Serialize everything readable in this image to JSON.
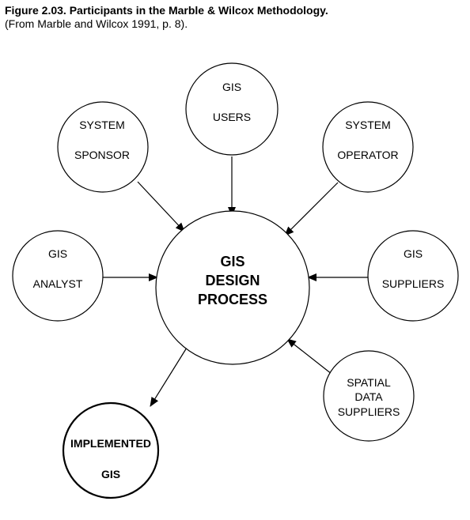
{
  "caption": {
    "figure_label": "Figure  2.03.",
    "figure_title": "Participants in the Marble & Wilcox Methodology.",
    "source": "(From Marble and Wilcox 1991, p. 8)."
  },
  "nodes": {
    "gis_users": {
      "line1": "GIS",
      "line2": "USERS"
    },
    "system_sponsor": {
      "line1": "SYSTEM",
      "line2": "SPONSOR"
    },
    "system_operator": {
      "line1": "SYSTEM",
      "line2": "OPERATOR"
    },
    "gis_analyst": {
      "line1": "GIS",
      "line2": "ANALYST"
    },
    "gis_suppliers": {
      "line1": "GIS",
      "line2": "SUPPLIERS"
    },
    "spatial_data_suppliers": {
      "line1": "SPATIAL",
      "line2": "DATA",
      "line3": "SUPPLIERS"
    },
    "design_process": {
      "line1": "GIS",
      "line2": "DESIGN",
      "line3": "PROCESS"
    },
    "implemented_gis": {
      "line1": "IMPLEMENTED",
      "line2": "GIS"
    }
  },
  "edges": [
    {
      "from": "gis_users",
      "to": "design_process"
    },
    {
      "from": "system_sponsor",
      "to": "design_process"
    },
    {
      "from": "system_operator",
      "to": "design_process"
    },
    {
      "from": "gis_analyst",
      "to": "design_process"
    },
    {
      "from": "gis_suppliers",
      "to": "design_process"
    },
    {
      "from": "spatial_data_suppliers",
      "to": "design_process"
    },
    {
      "from": "design_process",
      "to": "implemented_gis"
    }
  ],
  "colors": {
    "line": "#000000",
    "background": "#ffffff"
  }
}
